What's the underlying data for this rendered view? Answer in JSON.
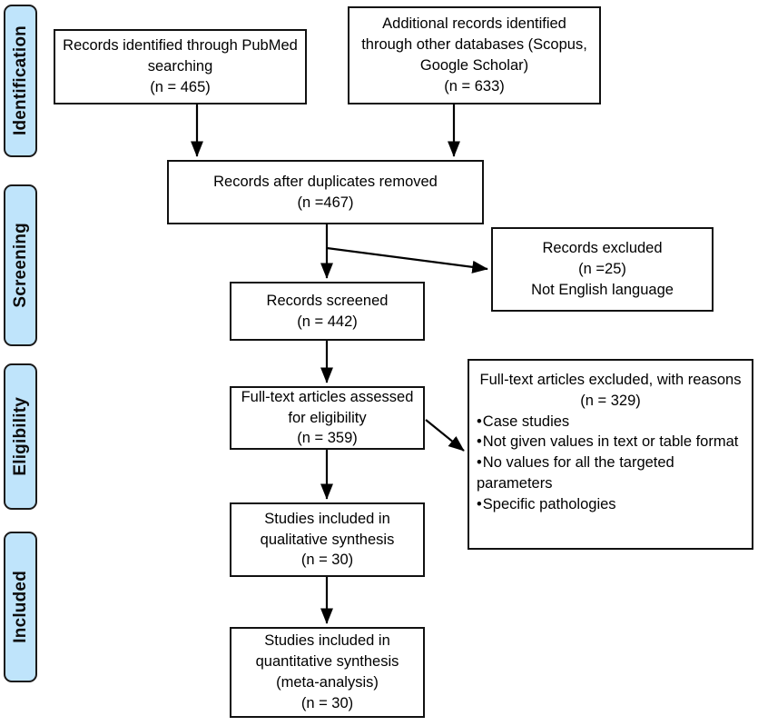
{
  "diagram": {
    "type": "prisma-flow-diagram",
    "stages": [
      {
        "id": "identification",
        "label": "Identification"
      },
      {
        "id": "screening",
        "label": "Screening"
      },
      {
        "id": "eligibility",
        "label": "Eligibility"
      },
      {
        "id": "included",
        "label": "Included"
      }
    ],
    "boxes": {
      "pubmed_records": {
        "lines": [
          "Records identified through PubMed",
          "searching",
          "(n = 465)"
        ],
        "count": 465
      },
      "additional_records": {
        "lines": [
          "Additional records identified",
          "through other databases (Scopus,",
          "Google Scholar)",
          "(n = 633)"
        ],
        "count": 633
      },
      "duplicates_removed": {
        "lines": [
          "Records after duplicates removed",
          "(n =467)"
        ],
        "count": 467
      },
      "records_excluded": {
        "lines": [
          "Records excluded",
          "(n =25)",
          "Not English language"
        ],
        "count": 25
      },
      "records_screened": {
        "lines": [
          "Records screened",
          "(n = 442)"
        ],
        "count": 442
      },
      "fulltext_assessed": {
        "lines": [
          "Full-text articles assessed",
          "for eligibility",
          "(n = 359)"
        ],
        "count": 359
      },
      "fulltext_excluded": {
        "head_lines": [
          "Full-text articles excluded, with reasons",
          "(n = 329)"
        ],
        "count": 329,
        "reasons": [
          "Case studies",
          "Not given values in text or table format",
          "No values for all the targeted parameters",
          "Specific pathologies"
        ]
      },
      "qualitative_synthesis": {
        "lines": [
          "Studies included in",
          "qualitative synthesis",
          "(n = 30)"
        ],
        "count": 30
      },
      "quantitative_synthesis": {
        "lines": [
          "Studies included in",
          "quantitative synthesis",
          "(meta-analysis)",
          "(n = 30)"
        ],
        "count": 30
      }
    },
    "colors": {
      "stage_tab_fill": "#bfe4fb",
      "stage_tab_border": "#1a1a1a",
      "box_border": "#111111",
      "box_fill": "#ffffff",
      "connector": "#000000"
    }
  }
}
